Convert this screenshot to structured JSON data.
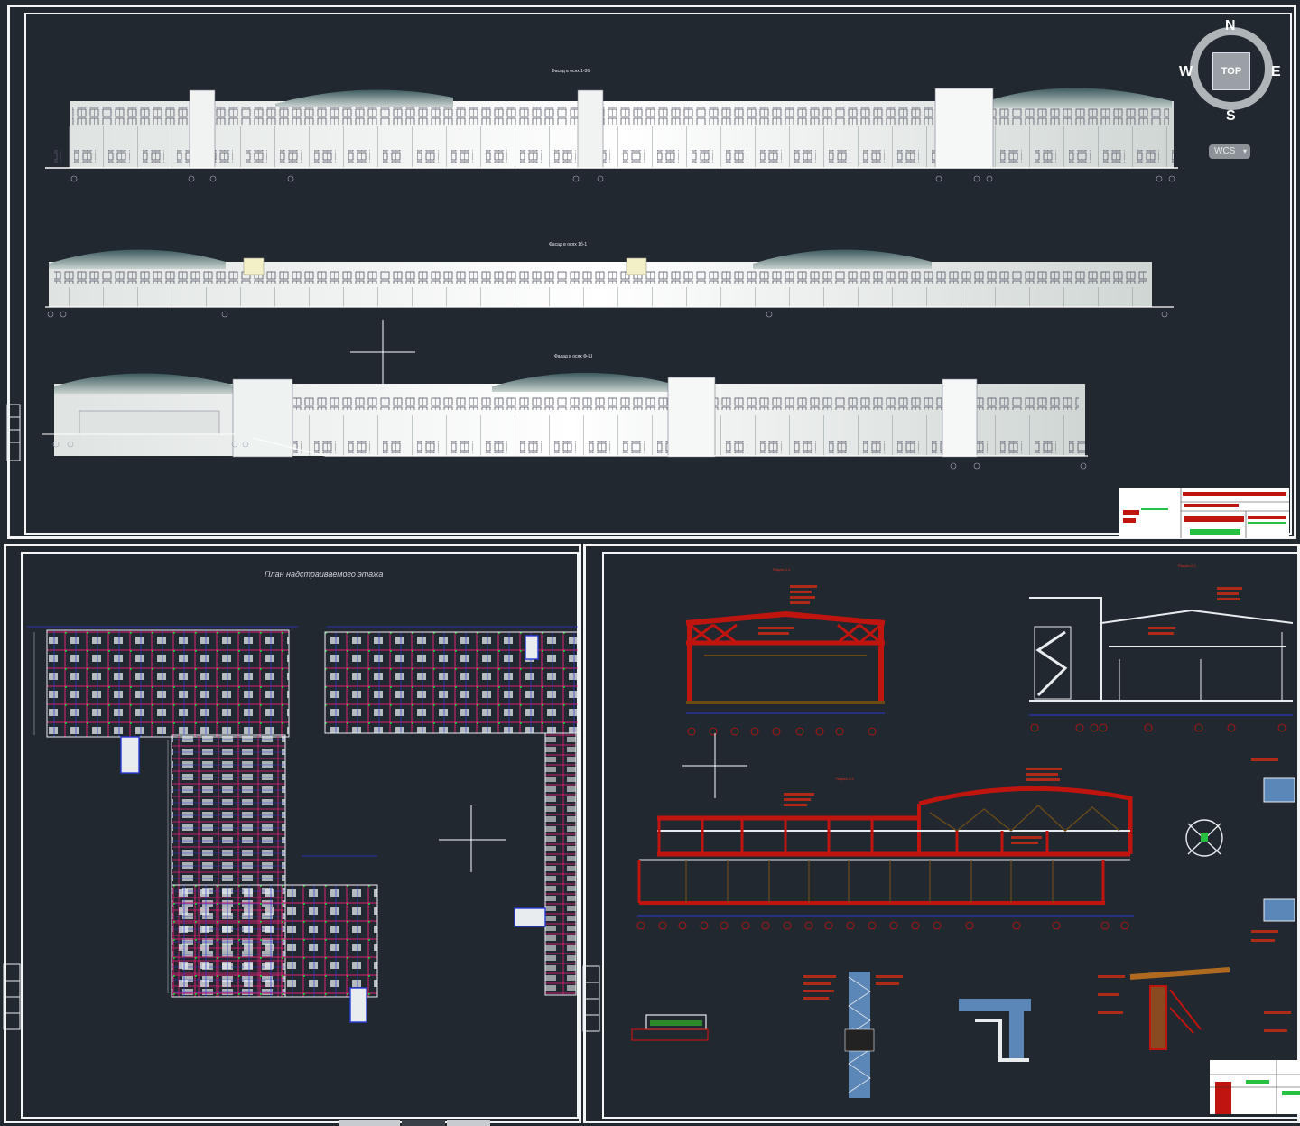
{
  "viewcube": {
    "top_label": "TOP",
    "north": "N",
    "south": "S",
    "east": "E",
    "west": "W"
  },
  "wcs": {
    "label": "WCS",
    "caret": "▾"
  },
  "sheet1": {
    "elevation_titles": [
      "Фасад в осях 1-36",
      "Фасад в осях 1б-1",
      "Фасад в осях Ф-Ш"
    ]
  },
  "sheet2": {
    "plan_title": "План надстраиваемого этажа"
  },
  "sheet3": {
    "section_titles": [
      "Разрез 1-1",
      "Разрез 2-2",
      "Разрез 3-3"
    ]
  },
  "layout_tabs": [
    "",
    "",
    ""
  ],
  "colors": {
    "background": "#212830",
    "frame": "#f2f4f6",
    "structure_red": "#c0140f",
    "plan_magenta": "#c0206a",
    "plan_blue": "#2a3ad8",
    "plan_green": "#28c040",
    "annotation_red": "#b02a1a"
  },
  "icons": {
    "crosshair": "crosshair-cursor-icon",
    "compass": "viewcube-compass-icon"
  }
}
